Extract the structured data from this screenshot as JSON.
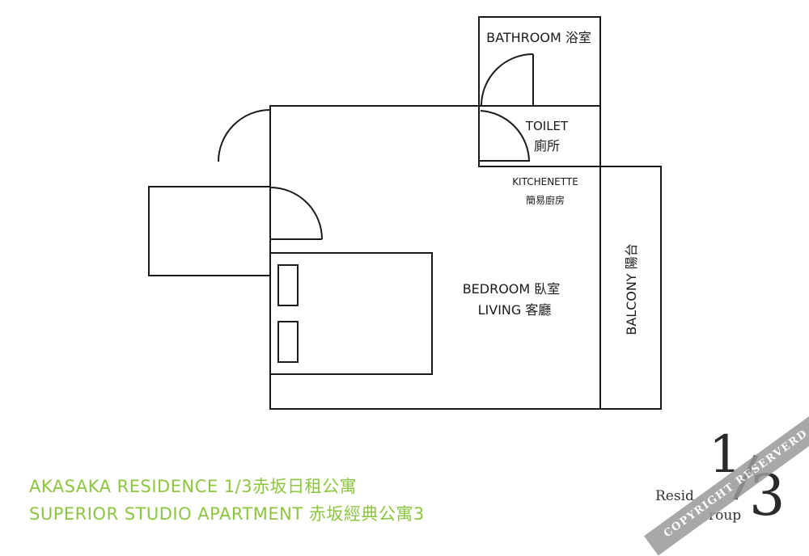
{
  "rooms": {
    "bathroom": "BATHROOM 浴室",
    "toilet_en": "TOILET",
    "toilet_zh": "廁所",
    "kitchenette_en": "KITCHENETTE",
    "kitchenette_zh": "簡易廚房",
    "bedroom": "BEDROOM 臥室",
    "living": "LIVING 客廳",
    "balcony": "BALCONY 陽台"
  },
  "captions": {
    "line1": "AKASAKA RESIDENCE  1/3赤坂日租公寓",
    "line2": "SUPERIOR STUDIO APARTMENT   赤坂經典公寓3"
  },
  "logo": {
    "numerator": "1",
    "slash": "/",
    "denominator": "3",
    "text_left": "Resid",
    "text_right": "roup"
  },
  "watermark": "COPYRIGHT RESERVERD",
  "colors": {
    "caption": "#8cc63f",
    "walls": "#1a1a1a",
    "watermark": "#9a9a9a"
  }
}
